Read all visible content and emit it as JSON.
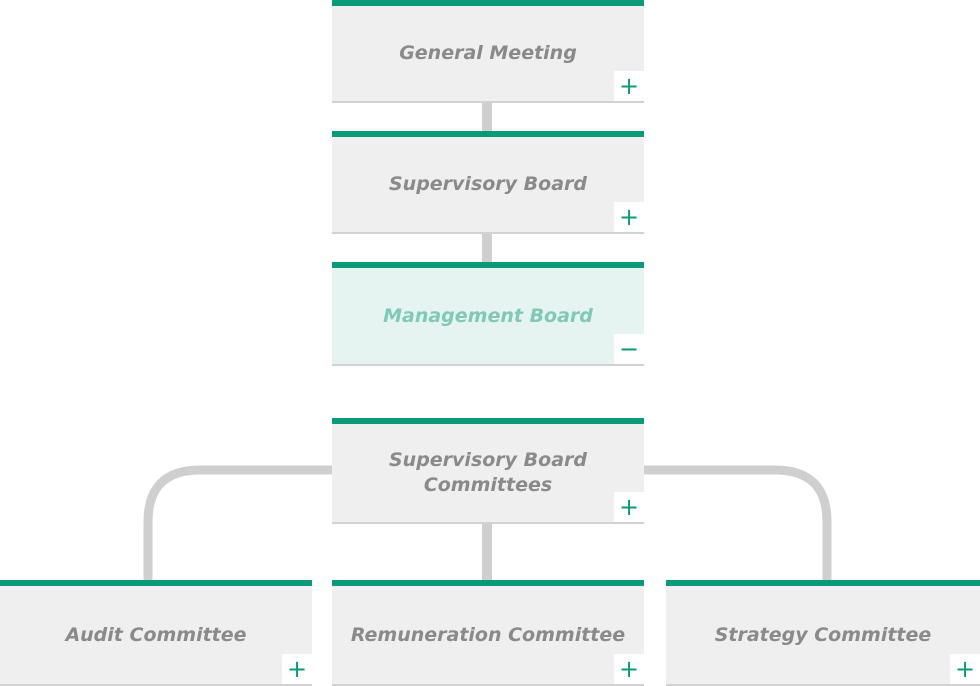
{
  "colors": {
    "accent": "#0a9a7a",
    "box_background": "#efefef",
    "active_background": "#e5f4f1",
    "connector": "#cfcfcf",
    "label": "#8a8a8a",
    "active_label": "#80c8b7"
  },
  "nodes": {
    "general_meeting": {
      "label": "General Meeting",
      "toggle": "+"
    },
    "supervisory_board": {
      "label": "Supervisory Board",
      "toggle": "+"
    },
    "management_board": {
      "label": "Management Board",
      "toggle": "−"
    },
    "sb_committees": {
      "label": "Supervisory Board\nCommittees",
      "toggle": "+"
    },
    "audit_committee": {
      "label": "Audit Committee",
      "toggle": "+"
    },
    "remuneration_committee": {
      "label": "Remuneration Committee",
      "toggle": "+"
    },
    "strategy_committee": {
      "label": "Strategy Committee",
      "toggle": "+"
    }
  }
}
